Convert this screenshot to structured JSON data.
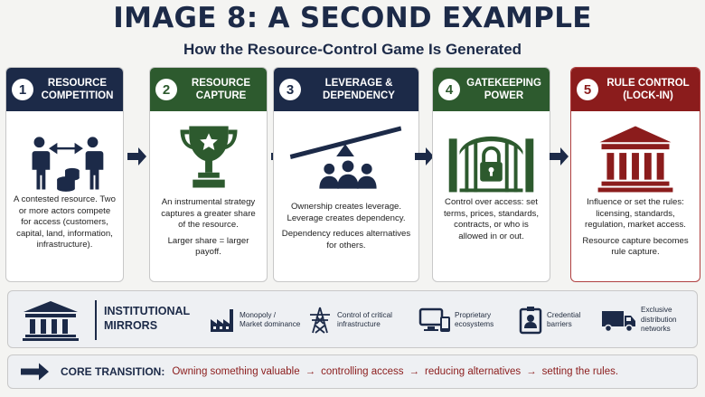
{
  "title": "IMAGE 8: A SECOND EXAMPLE",
  "subtitle": "How the Resource-Control Game Is Generated",
  "colors": {
    "navy": "#1c2a48",
    "green": "#2d5a2e",
    "red": "#8b1c1c"
  },
  "stages": [
    {
      "number": "1",
      "title": "RESOURCE COMPETITION",
      "icon": "competing-actors-coins-icon",
      "paragraphs": [
        "A contested resource. Two or more actors compete for access (customers, capital, land, information, infrastructure)."
      ]
    },
    {
      "number": "2",
      "title": "RESOURCE CAPTURE",
      "icon": "trophy-icon",
      "paragraphs": [
        "An instrumental strategy captures a greater share of the resource.",
        "Larger share  =  larger payoff."
      ]
    },
    {
      "number": "3",
      "title": "LEVERAGE & DEPENDENCY",
      "icon": "lever-group-icon",
      "paragraphs": [
        "Ownership creates leverage. Leverage creates dependency.",
        "Dependency reduces alternatives for others."
      ]
    },
    {
      "number": "4",
      "title": "GATEKEEPING POWER",
      "icon": "locked-gate-icon",
      "paragraphs": [
        "Control over access: set terms, prices, standards, contracts, or who is allowed in or out."
      ]
    },
    {
      "number": "5",
      "title": "RULE CONTROL (LOCK-IN)",
      "icon": "institution-building-icon",
      "paragraphs": [
        "Influence or set the rules: licensing, standards, regulation, market access.",
        "Resource capture becomes rule capture."
      ]
    }
  ],
  "mirrors": {
    "label_line1": "INSTITUTIONAL",
    "label_line2": "MIRRORS",
    "items": [
      {
        "icon": "factory-icon",
        "line1": "Monopoly /",
        "line2": "Market dominance"
      },
      {
        "icon": "power-tower-icon",
        "line1": "Control of critical",
        "line2": "infrastructure"
      },
      {
        "icon": "devices-icon",
        "line1": "Proprietary",
        "line2": "ecosystems"
      },
      {
        "icon": "id-badge-icon",
        "line1": "Credential",
        "line2": "barriers"
      },
      {
        "icon": "truck-icon",
        "line1": "Exclusive",
        "line2": "distribution",
        "line3": "networks"
      }
    ]
  },
  "transition": {
    "label": "CORE TRANSITION:",
    "steps": [
      "Owning something valuable",
      "controlling access",
      "reducing alternatives",
      "setting the rules."
    ],
    "separator": "→"
  }
}
